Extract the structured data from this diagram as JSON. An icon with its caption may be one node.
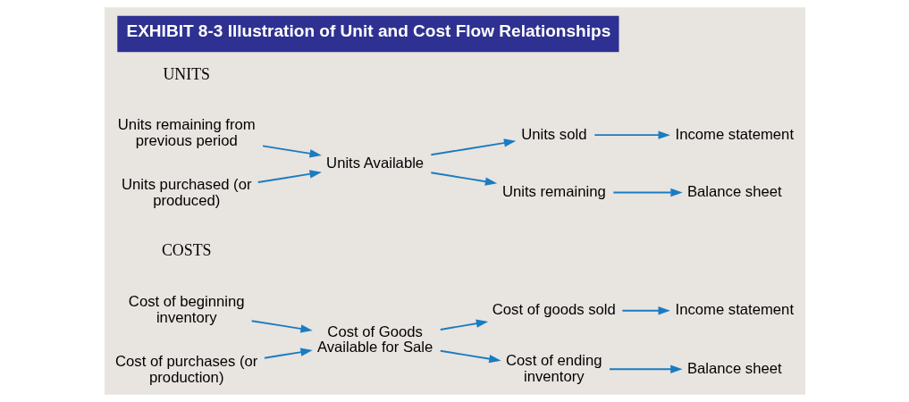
{
  "diagram": {
    "title": "EXHIBIT 8-3 Illustration of Unit and Cost Flow Relationships",
    "nodes": [
      {
        "text": [
          "Units remaining from previous period"
        ]
      },
      {
        "text": [
          "Units purchased (or produced)"
        ]
      },
      {
        "text": [
          "Units Available"
        ]
      },
      {
        "text": [
          "Units sold"
        ]
      },
      {
        "text": [
          "Units remaining"
        ]
      },
      {
        "text": [
          "Income statement"
        ]
      },
      {
        "text": [
          "Balance sheet"
        ]
      },
      {
        "text": [
          "Cost of beginning inventory"
        ]
      },
      {
        "text": [
          "Cost of purchases (or production)"
        ]
      },
      {
        "text": [
          "Cost of Goods Available for Sale"
        ]
      },
      {
        "text": [
          "Cost of goods sold"
        ]
      },
      {
        "text": [
          "Cost of ending inventory"
        ]
      },
      {
        "text": [
          "Income statement"
        ]
      },
      {
        "text": [
          "Balance sheet"
        ]
      }
    ],
    "edges": [
      {
        "from": 0,
        "to": 2,
        "arrow": "to"
      },
      {
        "from": 1,
        "to": 2,
        "arrow": "to"
      },
      {
        "from": 2,
        "to": 3,
        "arrow": "to"
      },
      {
        "from": 2,
        "to": 4,
        "arrow": "to"
      },
      {
        "from": 3,
        "to": 5,
        "arrow": "to"
      },
      {
        "from": 4,
        "to": 6,
        "arrow": "to"
      },
      {
        "from": 7,
        "to": 9,
        "arrow": "to"
      },
      {
        "from": 8,
        "to": 9,
        "arrow": "to"
      },
      {
        "from": 9,
        "to": 10,
        "arrow": "to"
      },
      {
        "from": 9,
        "to": 11,
        "arrow": "to"
      },
      {
        "from": 10,
        "to": 12,
        "arrow": "to"
      },
      {
        "from": 11,
        "to": 13,
        "arrow": "to"
      }
    ],
    "labels": [
      "UNITS",
      "COSTS"
    ]
  }
}
